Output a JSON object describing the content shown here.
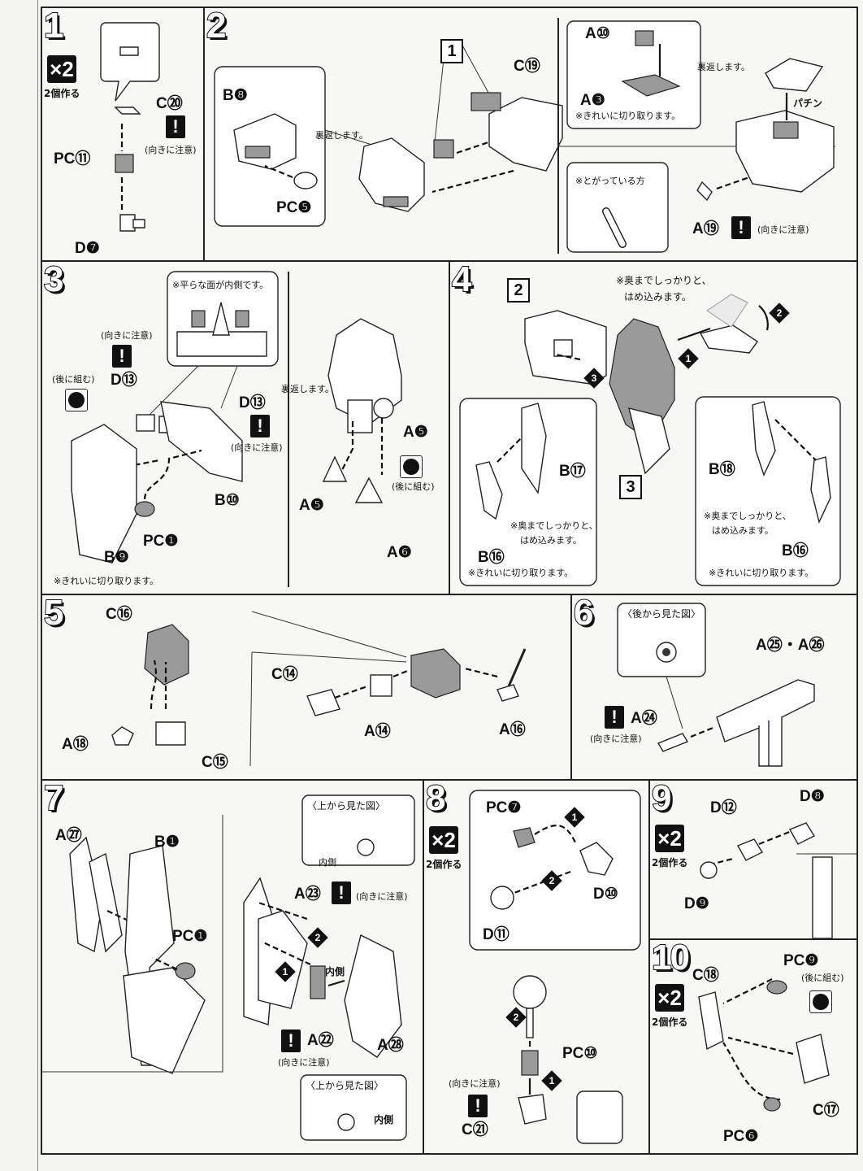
{
  "labels": {
    "s1_c20": "C⑳",
    "s1_pc11": "PC⑪",
    "s1_d7": "D❼",
    "s2_b8": "B❽",
    "s2_pc5": "PC❺",
    "s2_c19": "C⑲",
    "s2_a10": "A⑩",
    "s2_a3": "A❸",
    "s2_a19": "A⑲",
    "s3_d13a": "D⑬",
    "s3_d13b": "D⑬",
    "s3_b10": "B⑩",
    "s3_pc1": "PC❶",
    "s3_b9": "B❾",
    "s3_a5a": "A❺",
    "s3_a5b": "A❺",
    "s3_a6": "A❻",
    "s4_b17": "B⑰",
    "s4_b16a": "B⑯",
    "s4_b18": "B⑱",
    "s4_b16b": "B⑯",
    "s5_c16": "C⑯",
    "s5_a18": "A⑱",
    "s5_c15": "C⑮",
    "s5_c14": "C⑭",
    "s5_a14": "A⑭",
    "s5_a16": "A⑯",
    "s6_a25_26": "A㉕・A㉖",
    "s6_a24": "A㉔",
    "s7_a27": "A㉗",
    "s7_b1": "B❶",
    "s7_pc1": "PC❶",
    "s7_a23": "A㉓",
    "s7_a22": "A㉒",
    "s7_a28": "A㉘",
    "s8_pc7": "PC❼",
    "s8_d10": "D⑩",
    "s8_d11": "D⑪",
    "s8_pc10": "PC⑩",
    "s8_c21": "C㉑",
    "s9_d12": "D⑫",
    "s9_d8": "D❽",
    "s9_d9": "D❾",
    "s10_c18": "C⑱",
    "s10_pc9": "PC❾",
    "s10_c17": "C⑰",
    "s10_pc6": "PC❻"
  },
  "notes": {
    "make_two": "2個作る",
    "careful_direction": "(向きに注意)",
    "flip_over": "裏返します。",
    "cut_clean": "※きれいに切り取ります。",
    "pointed_side": "※とがっている方",
    "snap": "パチン",
    "flat_side_inside": "※平らな面が内側です。",
    "assemble_later": "(後に組む)",
    "press_in_line1": "※奥までしっかりと、",
    "press_in_line2": "はめ込みます。",
    "view_from_back": "〈後から見た図〉",
    "view_from_top": "〈上から見た図〉",
    "inside": "内側"
  },
  "steps": [
    "1",
    "2",
    "3",
    "4",
    "5",
    "6",
    "7",
    "8",
    "9",
    "10"
  ],
  "multiplier": "×2",
  "order_marks": [
    "1",
    "2",
    "3"
  ]
}
